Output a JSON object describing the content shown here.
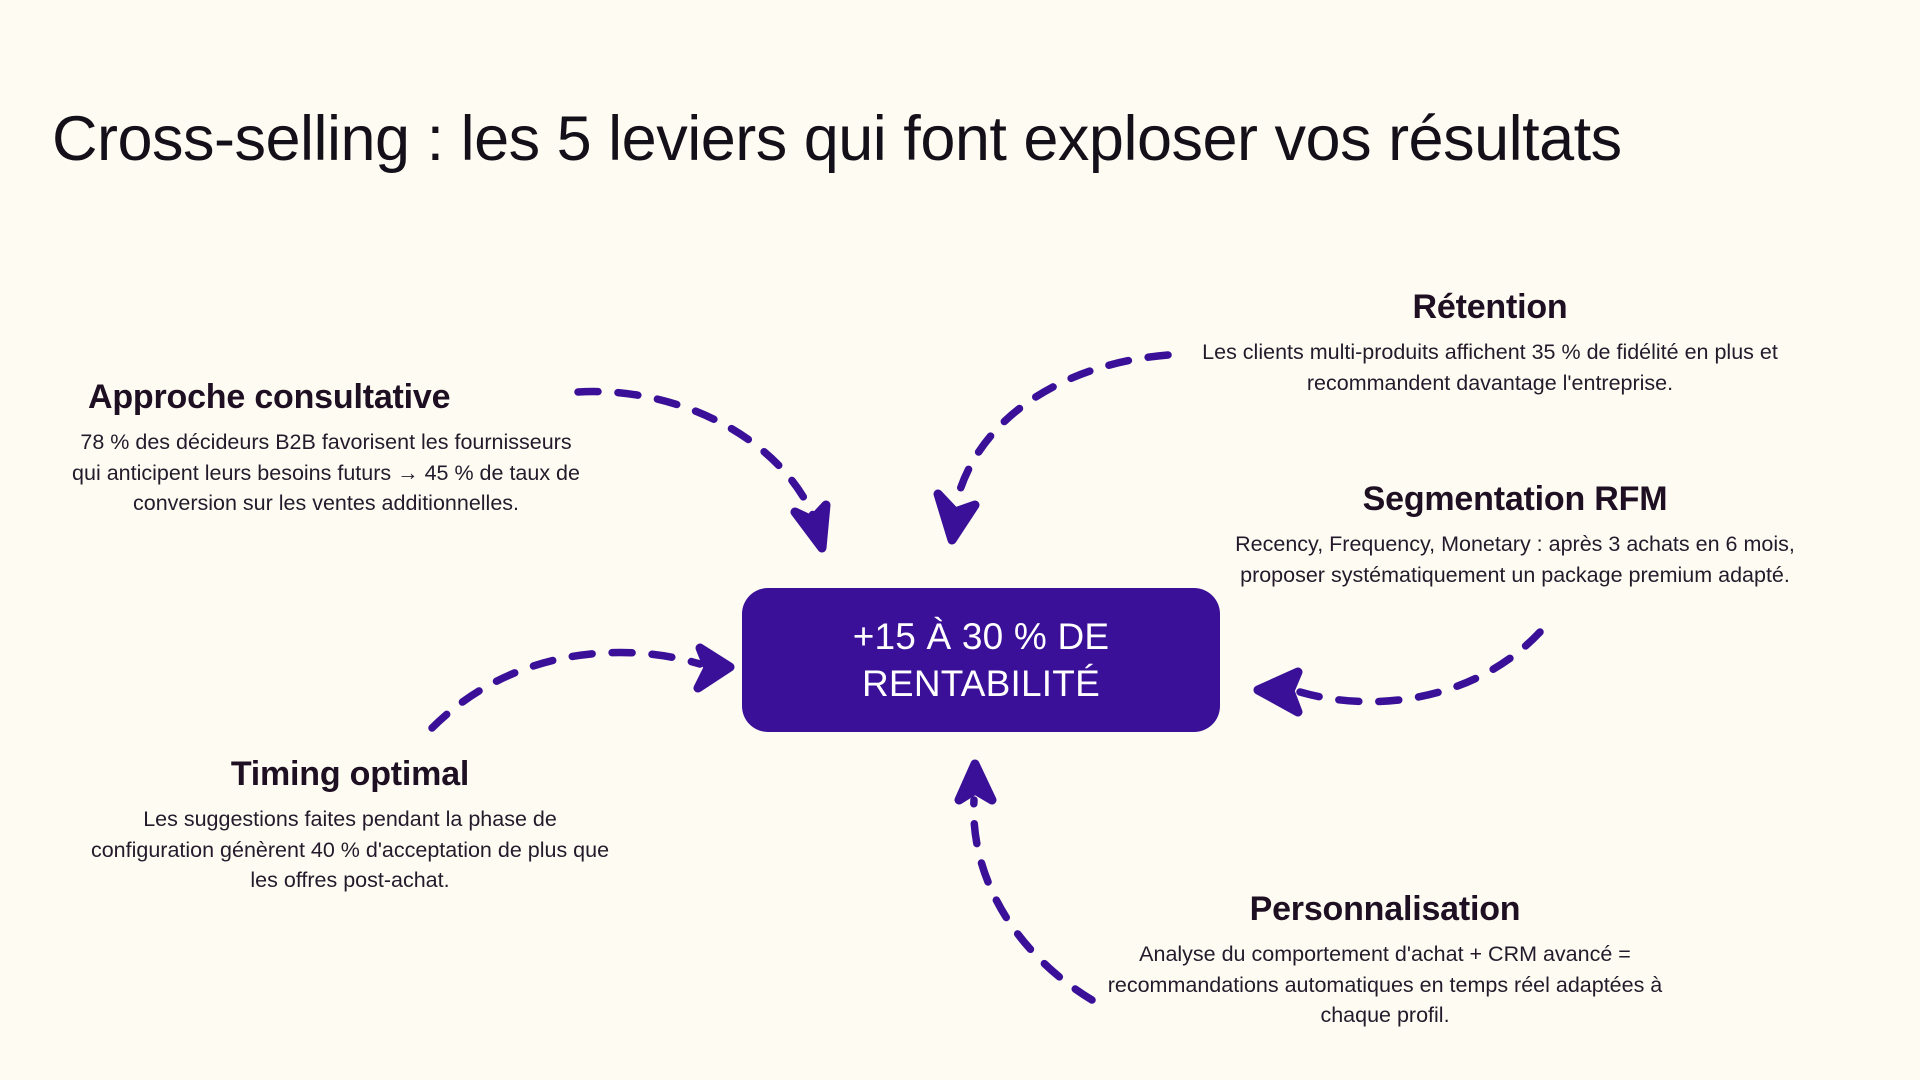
{
  "page": {
    "title": "Cross-selling : les 5 leviers qui font exploser vos résultats",
    "background_color": "#FDFBF2",
    "accent_color": "#3A1099",
    "heading_color": "#1E1022",
    "body_color": "#241A2B"
  },
  "center": {
    "label": "+15 À 30 % DE\nRENTABILITÉ",
    "background_color": "#3A1099",
    "text_color": "#FFFFFF"
  },
  "levers": [
    {
      "key": "approche",
      "title": "Approche consultative",
      "description": "78 % des décideurs B2B favorisent les fournisseurs qui anticipent leurs besoins futurs → 45 % de taux de conversion sur les ventes additionnelles."
    },
    {
      "key": "retention",
      "title": "Rétention",
      "description": "Les clients multi-produits affichent 35 % de fidélité en plus et recommandent davantage l'entreprise."
    },
    {
      "key": "rfm",
      "title": "Segmentation RFM",
      "description": "Recency, Frequency, Monetary : après 3 achats en 6 mois, proposer systématiquement un package premium adapté."
    },
    {
      "key": "timing",
      "title": "Timing optimal",
      "description": "Les suggestions faites pendant la phase de configuration génèrent 40 % d'acceptation de plus que les offres post-achat."
    },
    {
      "key": "personnalisation",
      "title": "Personnalisation",
      "description": "Analyse du comportement d'achat + CRM avancé = recommandations automatiques en temps réel adaptées à chaque profil."
    }
  ],
  "arrows": [
    {
      "name": "arrow-approche-to-center",
      "from": "approche",
      "to": "center",
      "style": "dashed-curved"
    },
    {
      "name": "arrow-retention-to-center",
      "from": "retention",
      "to": "center",
      "style": "dashed-curved"
    },
    {
      "name": "arrow-rfm-to-center",
      "from": "rfm",
      "to": "center",
      "style": "dashed-curved"
    },
    {
      "name": "arrow-timing-to-center",
      "from": "timing",
      "to": "center",
      "style": "dashed-curved"
    },
    {
      "name": "arrow-personnalisation-to-center",
      "from": "personnalisation",
      "to": "center",
      "style": "dashed-curved"
    }
  ]
}
